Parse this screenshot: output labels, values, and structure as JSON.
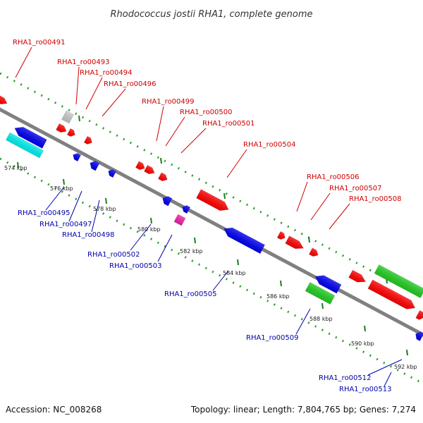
{
  "title": "Rhodococcus jostii RHA1, complete genome",
  "accession": "Accession: NC_008268",
  "summary": "Topology: linear; Length: 7,804,765 bp; Genes: 7,274",
  "colors": {
    "backbone": "#808080",
    "ruler": "#2e9e2e",
    "forward_label": "#cc0000",
    "reverse_label": "#0000aa",
    "red": "#ff0000",
    "blue": "#0000ee",
    "green": "#22cc22",
    "cyan": "#00eeee",
    "magenta": "#ee22aa",
    "grey": "#c8c8c8"
  },
  "ticks": [
    {
      "label": "574 kbp",
      "kbp": 574
    },
    {
      "label": "576 kbp",
      "kbp": 576
    },
    {
      "label": "578 kbp",
      "kbp": 578
    },
    {
      "label": "580 kbp",
      "kbp": 580
    },
    {
      "label": "582 kbp",
      "kbp": 582
    },
    {
      "label": "584 kbp",
      "kbp": 584
    },
    {
      "label": "586 kbp",
      "kbp": 586
    },
    {
      "label": "588 kbp",
      "kbp": 588
    },
    {
      "label": "590 kbp",
      "kbp": 590
    },
    {
      "label": "592 kbp",
      "kbp": 592
    }
  ],
  "labels_forward": [
    {
      "text": "RHA1_ro00491"
    },
    {
      "text": "RHA1_ro00493"
    },
    {
      "text": "RHA1_ro00494"
    },
    {
      "text": "RHA1_ro00496"
    },
    {
      "text": "RHA1_ro00499"
    },
    {
      "text": "RHA1_ro00500"
    },
    {
      "text": "RHA1_ro00501"
    },
    {
      "text": "RHA1_ro00504"
    },
    {
      "text": "RHA1_ro00506"
    },
    {
      "text": "RHA1_ro00507"
    },
    {
      "text": "RHA1_ro00508"
    }
  ],
  "labels_reverse": [
    {
      "text": "RHA1_ro00495"
    },
    {
      "text": "RHA1_ro00497"
    },
    {
      "text": "RHA1_ro00498"
    },
    {
      "text": "RHA1_ro00502"
    },
    {
      "text": "RHA1_ro00503"
    },
    {
      "text": "RHA1_ro00505"
    },
    {
      "text": "RHA1_ro00509"
    },
    {
      "text": "RHA1_ro00512"
    },
    {
      "text": "RHA1_ro00513"
    }
  ],
  "genes": [
    {
      "color": "red",
      "strand": "forward"
    },
    {
      "color": "grey",
      "strand": "forward"
    },
    {
      "color": "red",
      "strand": "forward"
    },
    {
      "color": "red",
      "strand": "forward"
    },
    {
      "color": "red",
      "strand": "forward"
    },
    {
      "color": "red",
      "strand": "forward"
    },
    {
      "color": "red",
      "strand": "forward"
    },
    {
      "color": "red",
      "strand": "forward"
    },
    {
      "color": "red",
      "strand": "forward"
    },
    {
      "color": "red",
      "strand": "forward"
    },
    {
      "color": "red",
      "strand": "forward"
    },
    {
      "color": "red",
      "strand": "forward"
    },
    {
      "color": "red",
      "strand": "forward"
    },
    {
      "color": "red",
      "strand": "forward"
    },
    {
      "color": "green",
      "strand": "forward"
    },
    {
      "color": "red",
      "strand": "forward"
    },
    {
      "color": "blue",
      "strand": "reverse"
    },
    {
      "color": "cyan",
      "strand": "reverse"
    },
    {
      "color": "blue",
      "strand": "reverse"
    },
    {
      "color": "blue",
      "strand": "reverse"
    },
    {
      "color": "blue",
      "strand": "reverse"
    },
    {
      "color": "blue",
      "strand": "reverse"
    },
    {
      "color": "blue",
      "strand": "reverse"
    },
    {
      "color": "magenta",
      "strand": "reverse"
    },
    {
      "color": "blue",
      "strand": "reverse"
    },
    {
      "color": "blue",
      "strand": "reverse"
    },
    {
      "color": "green",
      "strand": "reverse"
    },
    {
      "color": "blue",
      "strand": "reverse"
    }
  ]
}
